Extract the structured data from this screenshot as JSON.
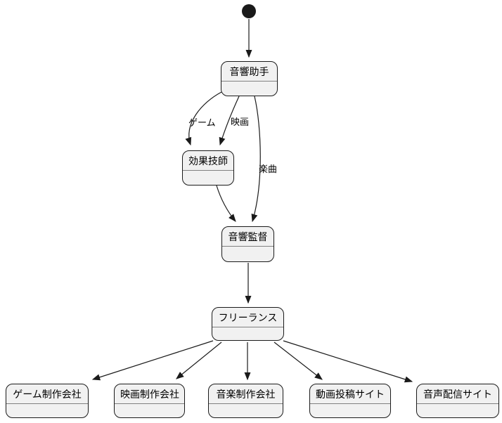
{
  "diagram": {
    "type": "state-diagram",
    "background": "#ffffff",
    "colors": {
      "node_fill": "#f1f1f1",
      "node_border": "#1a1a1a",
      "divider": "#808080",
      "edge": "#1a1a1a",
      "text": "#000000",
      "start_dot": "#1a1a1a"
    },
    "nodes": [
      {
        "id": "sound-assistant",
        "label": "音響助手"
      },
      {
        "id": "effects-technician",
        "label": "効果技師"
      },
      {
        "id": "sound-director",
        "label": "音響監督"
      },
      {
        "id": "freelance",
        "label": "フリーランス"
      },
      {
        "id": "game-production-company",
        "label": "ゲーム制作会社"
      },
      {
        "id": "film-production-company",
        "label": "映画制作会社"
      },
      {
        "id": "music-production-company",
        "label": "音楽制作会社"
      },
      {
        "id": "video-posting-site",
        "label": "動画投稿サイト"
      },
      {
        "id": "audio-streaming-site",
        "label": "音声配信サイト"
      }
    ],
    "edge_labels": [
      {
        "label": "ゲーム"
      },
      {
        "label": "映画"
      },
      {
        "label": "楽曲"
      }
    ],
    "edges": [
      {
        "from": "start",
        "to": "音響助手",
        "label": ""
      },
      {
        "from": "音響助手",
        "to": "効果技師",
        "label": "ゲーム"
      },
      {
        "from": "音響助手",
        "to": "効果技師",
        "label": "映画"
      },
      {
        "from": "音響助手",
        "to": "音響監督",
        "label": "楽曲"
      },
      {
        "from": "効果技師",
        "to": "音響監督",
        "label": ""
      },
      {
        "from": "音響監督",
        "to": "フリーランス",
        "label": ""
      },
      {
        "from": "フリーランス",
        "to": "ゲーム制作会社",
        "label": ""
      },
      {
        "from": "フリーランス",
        "to": "映画制作会社",
        "label": ""
      },
      {
        "from": "フリーランス",
        "to": "音楽制作会社",
        "label": ""
      },
      {
        "from": "フリーランス",
        "to": "動画投稿サイト",
        "label": ""
      },
      {
        "from": "フリーランス",
        "to": "音声配信サイト",
        "label": ""
      }
    ]
  }
}
